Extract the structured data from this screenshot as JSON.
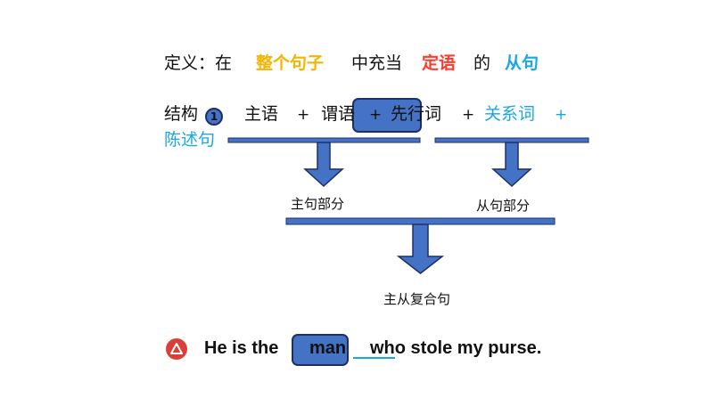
{
  "definition": {
    "prefix": "定义：在",
    "highlight1": "整个句子",
    "middle": "中充当",
    "highlight2": "定语",
    "de": "的",
    "highlight3": "从句"
  },
  "structure": {
    "label": "结构",
    "badge": "1",
    "subject": "主语",
    "plus1": "+",
    "predicate": "谓语",
    "plus2": "+",
    "antecedent": "先行词",
    "plus3": "+",
    "relative": "关系词",
    "plus4": "+",
    "statement": "陈述句"
  },
  "parts": {
    "main_part": "主句部分",
    "clause_part": "从句部分",
    "complex": "主从复合句"
  },
  "example": {
    "before": "He is the",
    "man": "man",
    "after": "who stole my purse."
  },
  "colors": {
    "orange": "#f5b400",
    "red": "#ff3b30",
    "blue_text": "#1aa7e6",
    "box_fill": "#4472c4",
    "box_stroke": "#1f2f66",
    "icon_red": "#d9403a"
  }
}
